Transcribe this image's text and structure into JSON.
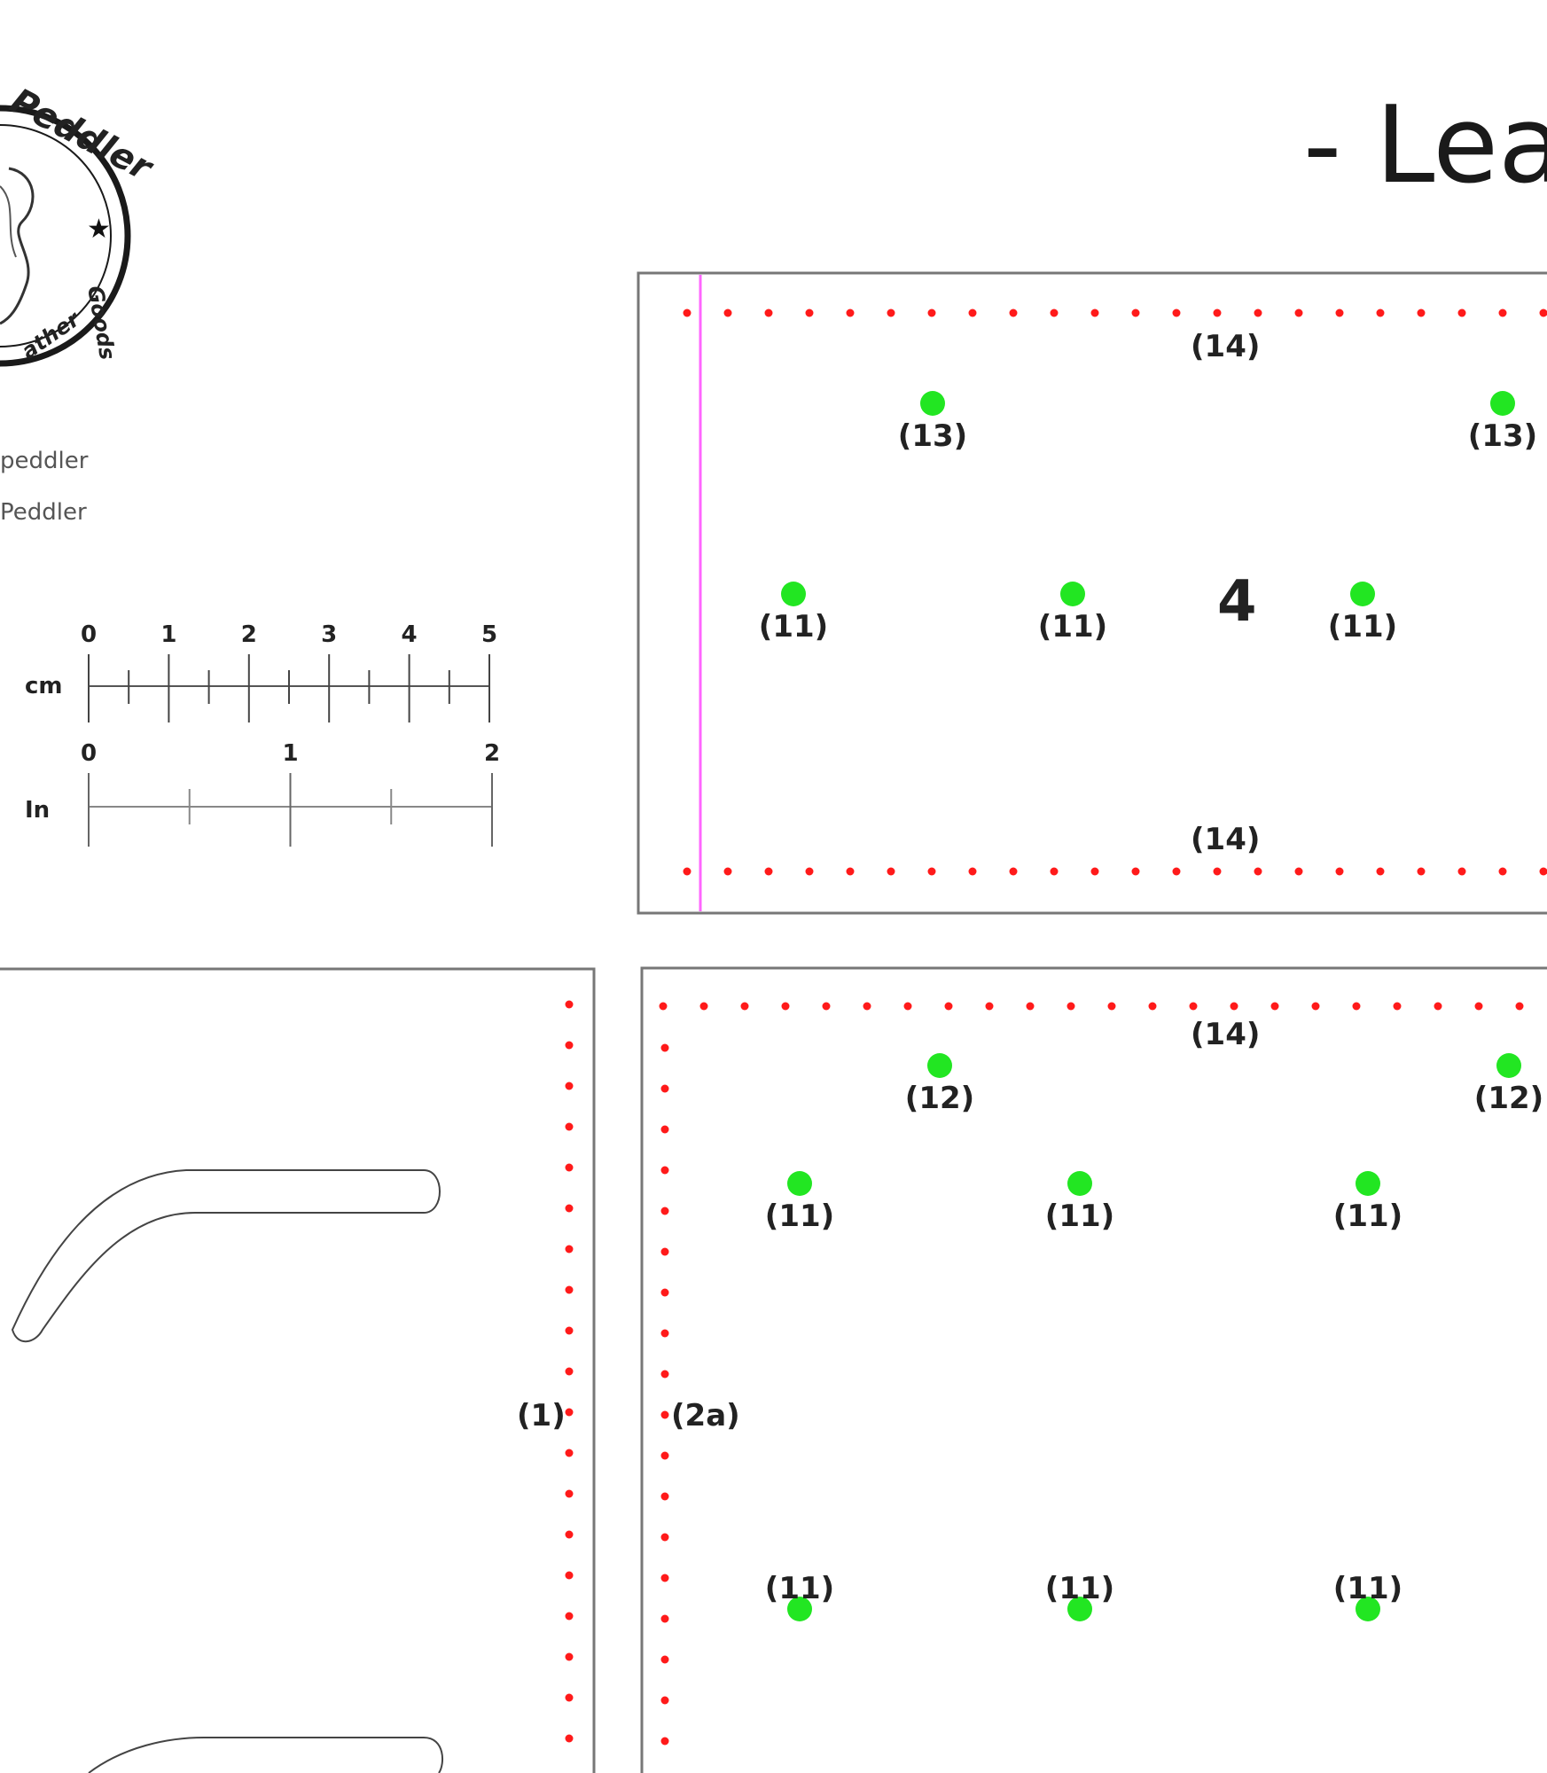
{
  "header": {
    "title": "- Lea"
  },
  "brand": {
    "logo_text_top": "Peddler",
    "logo_text_side": "Goods",
    "logo_text_bottom": "ather",
    "handle_1": "peddler",
    "handle_2": "Peddler"
  },
  "scale": {
    "cm_label": "cm",
    "cm_ticks": [
      "0",
      "1",
      "2",
      "3",
      "4",
      "5"
    ],
    "in_label": "In",
    "in_ticks": [
      "0",
      "1",
      "2"
    ]
  },
  "panel_top": {
    "part_number": "4",
    "stitch_top_label": "(14)",
    "stitch_bottom_label": "(14)",
    "holes_13": [
      "(13)",
      "(13)"
    ],
    "holes_11": [
      "(11)",
      "(11)",
      "(11)"
    ]
  },
  "panel_left": {
    "stitch_label": "(1)"
  },
  "panel_bottom_right": {
    "stitch_top_label": "(14)",
    "stitch_left_label": "(2a)",
    "holes_12": [
      "(12)",
      "(12)"
    ],
    "holes_11_row1": [
      "(11)",
      "(11)",
      "(11)"
    ],
    "holes_11_row2": [
      "(11)",
      "(11)",
      "(11)"
    ]
  },
  "colors": {
    "stitch_red": "#ff1a1a",
    "hole_green": "#22e622",
    "fold_magenta": "#ff66ff",
    "outline": "#777777",
    "text": "#222222"
  }
}
